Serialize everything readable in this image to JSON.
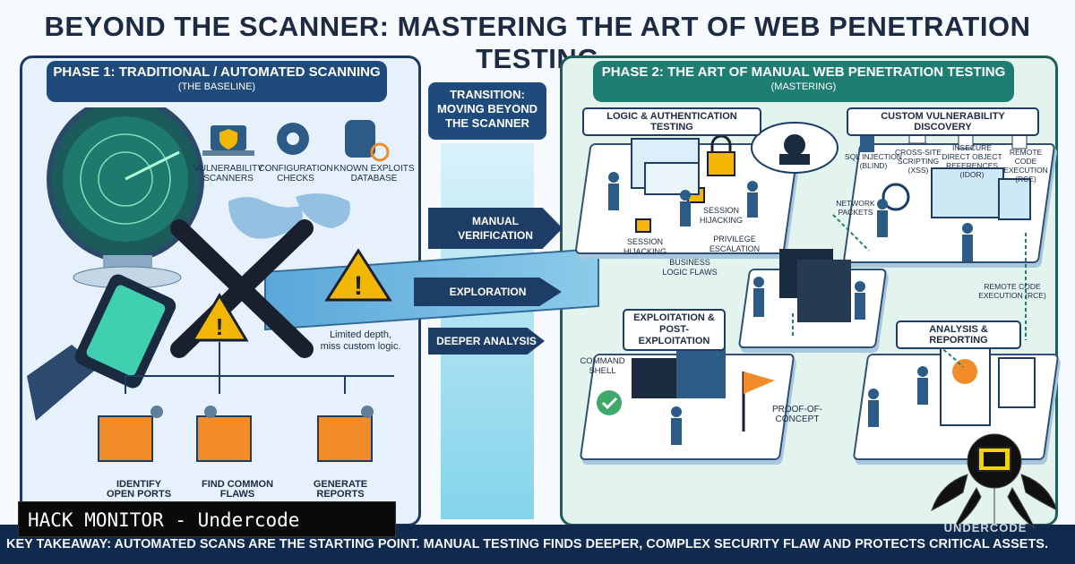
{
  "title": "BEYOND THE SCANNER: MASTERING THE ART OF WEB PENETRATION TESTING",
  "phase1": {
    "title": "PHASE 1: TRADITIONAL / AUTOMATED SCANNING",
    "subtitle": "(THE BASELINE)",
    "tools": [
      {
        "label_lines": [
          "VULNERABILITY",
          "SCANNERS"
        ],
        "icon": "laptop-shield-icon"
      },
      {
        "label_lines": [
          "CONFIGURATION",
          "CHECKS"
        ],
        "icon": "gear-icon"
      },
      {
        "label_lines": [
          "KNOWN EXPLOITS",
          "DATABASE"
        ],
        "icon": "database-search-icon"
      }
    ],
    "warning_lines": [
      "Limited depth,",
      "miss custom logic."
    ],
    "tasks": [
      {
        "label_lines": [
          "IDENTIFY",
          "OPEN PORTS"
        ]
      },
      {
        "label_lines": [
          "FIND COMMON",
          "FLAWS"
        ]
      },
      {
        "label_lines": [
          "GENERATE",
          "REPORTS"
        ]
      }
    ]
  },
  "transition": {
    "lines": [
      "TRANSITION:",
      "MOVING BEYOND",
      "THE SCANNER"
    ],
    "arrows": {
      "manual": [
        "MANUAL",
        "VERIFICATION"
      ],
      "exploration": "EXPLORATION",
      "deeper": "DEEPER ANALYSIS"
    }
  },
  "phase2": {
    "title": "PHASE 2: THE ART OF MANUAL WEB PENETRATION TESTING",
    "subtitle": "(MASTERING)",
    "sections": {
      "logic": "LOGIC & AUTHENTICATION TESTING",
      "custom": "CUSTOM VULNERABILITY DISCOVERY",
      "exploit": [
        "EXPLOITATION &",
        "POST-EXPLOITATION"
      ],
      "analysis": "ANALYSIS & REPORTING"
    },
    "logic_labels": {
      "session1": [
        "SESSION",
        "HIJACKING"
      ],
      "session2": [
        "SESSION",
        "HIJACKING"
      ],
      "business": [
        "BUSINESS",
        "LOGIC FLAWS"
      ],
      "privilege": [
        "PRIVILEGE",
        "ESCALATION"
      ]
    },
    "vuln_labels": {
      "sqli": [
        "SQL INJECTION",
        "(BLIND)"
      ],
      "xss": [
        "CROSS-SITE",
        "SCRIPTING",
        "(XSS)"
      ],
      "idor": [
        "INSECURE",
        "DIRECT OBJECT",
        "REFERENCES",
        "(IDOR)"
      ],
      "rce": [
        "REMOTE CODE",
        "EXECUTION",
        "(RCE)"
      ],
      "network": [
        "NETWORK",
        "PACKETS"
      ],
      "rce2": [
        "REMOTE CODE",
        "EXECUTION (RCE)"
      ]
    },
    "exploit_labels": {
      "shell": [
        "COMMAND",
        "SHELL"
      ],
      "poc": "PROOF-OF-CONCEPT"
    }
  },
  "footer": "KEY TAKEAWAY: AUTOMATED SCANS ARE THE STARTING POINT. MANUAL TESTING FINDS DEEPER, COMPLEX SECURITY FLAW AND PROTECTS CRITICAL ASSETS.",
  "watermark": "HACK MONITOR - Undercode",
  "logo_text": "UNDERCODE",
  "colors": {
    "navy": "#1d3c66",
    "teal": "#1f7e72",
    "warning": "#f2b705",
    "orange": "#f28c28",
    "footer": "#0f2a4d"
  }
}
